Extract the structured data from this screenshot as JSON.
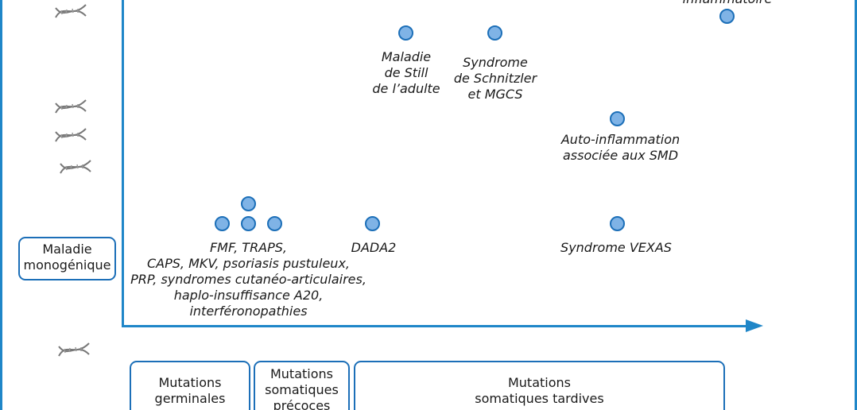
{
  "diseases": {
    "fmf": [
      "FMF, TRAPS,",
      "CAPS, MKV, psoriasis pustuleux,",
      "PRP, syndromes cutanéo-articulaires,",
      "haplo-insuffisance A20,",
      "interféronopathies"
    ],
    "dada2": "DADA2",
    "vexas": "Syndrome VEXAS",
    "still": [
      "Maladie",
      "de Still",
      "de l’adulte"
    ],
    "schnitzler": [
      "Syndrome",
      "de Schnitzler",
      "et MGCS"
    ],
    "smd": [
      "Auto-inflammation",
      "associée aux SMD"
    ],
    "top_right_partial": "inflammatoire"
  },
  "y_axis": {
    "monogenic_label": [
      "Maladie",
      "monogénique"
    ]
  },
  "x_axis": {
    "categories": [
      [
        "Mutations",
        "germinales"
      ],
      [
        "Mutations",
        "somatiques",
        "précoces"
      ],
      [
        "Mutations",
        "somatiques tardives"
      ]
    ]
  },
  "colors": {
    "accent": "#1f86c8",
    "dot_fill": "#7fb3e6",
    "dot_border": "#1c6fb8"
  },
  "icons": [
    "dna-icon"
  ]
}
